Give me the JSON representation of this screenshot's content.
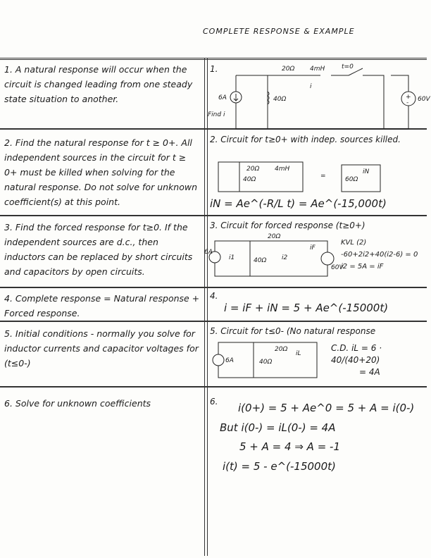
{
  "title": "COMPLETE RESPONSE & EXAMPLE",
  "steps": [
    {
      "left": "1. A natural response will occur when the circuit is changed leading from one steady state situation to another.",
      "right_heading": "1.",
      "right_lines": [
        "Find i"
      ],
      "labels": {
        "r1": "20Ω",
        "l": "4mH",
        "sw": "t=0",
        "src": "6A",
        "r2": "40Ω",
        "v": "60V",
        "i": "i"
      }
    },
    {
      "left": "2. Find the natural response for t ≥ 0+. All independent sources in the circuit for t ≥ 0+ must be killed when solving for the natural response. Do not solve for unknown coefficient(s) at this point.",
      "right_heading": "2. Circuit for t≥0+ with indep. sources killed.",
      "right_lines": [
        "iN = Ae^(-R/L t) = Ae^(-15,000t)"
      ],
      "labels": {
        "r1": "20Ω",
        "l": "4mH",
        "r2": "40Ω",
        "req": "60Ω",
        "iN": "iN",
        "eq": "="
      }
    },
    {
      "left": "3. Find the forced response for t≥0. If the independent sources are d.c., then inductors can be replaced by short circuits and capacitors by open circuits.",
      "right_heading": "3. Circuit for forced response (t≥0+)",
      "right_lines": [
        "KVL (2)",
        "-60+2i2+40(i2-6) = 0",
        "i2 = 5A = iF"
      ],
      "labels": {
        "r1": "20Ω",
        "src": "6A",
        "r2": "40Ω",
        "v": "60V",
        "i1": "i1",
        "i2": "i2",
        "iF": "iF"
      }
    },
    {
      "left": "4. Complete response = Natural response + Forced response.",
      "right_heading": "4.",
      "right_lines": [
        "i = iF + iN = 5 + Ae^(-15000t)"
      ]
    },
    {
      "left": "5. Initial conditions - normally you solve for inductor currents and capacitor voltages for (t≤0-)",
      "right_heading": "5. Circuit for t≤0- (No natural response",
      "right_lines": [
        "C.D. iL = 6 · 40/(40+20)",
        "= 4A"
      ],
      "labels": {
        "r1": "20Ω",
        "src": "6A",
        "r2": "40Ω",
        "iL": "iL"
      }
    },
    {
      "left": "6. Solve for unknown coefficients",
      "right_heading": "6.",
      "right_lines": [
        "i(0+) = 5 + Ae^0 = 5 + A = i(0-)",
        "But i(0-) = iL(0-) = 4A",
        "5 + A = 4 ⇒ A = -1",
        "i(t) = 5 - e^(-15000t)"
      ]
    }
  ]
}
